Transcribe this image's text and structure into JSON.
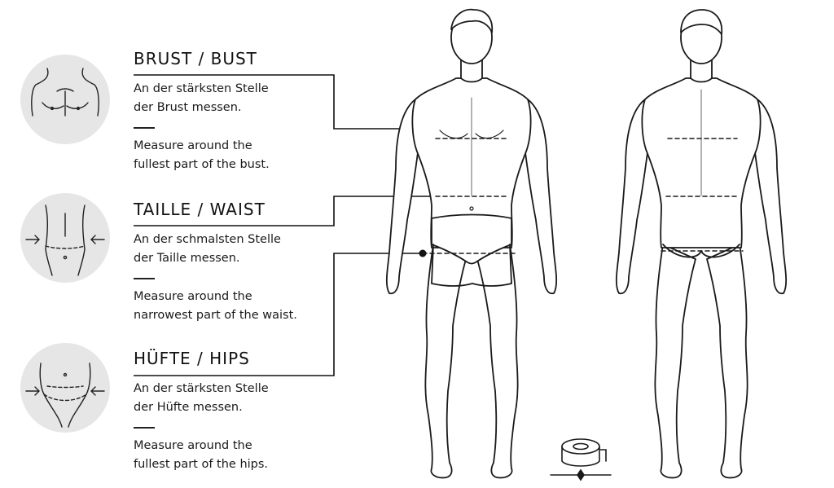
{
  "sections": [
    {
      "title": "BRUST / BUST",
      "de_line1": "An der stärksten Stelle",
      "de_line2": "der Brust messen.",
      "en_line1": "Measure around the",
      "en_line2": "fullest part of the bust."
    },
    {
      "title": "TAILLE / WAIST",
      "de_line1": "An der schmalsten Stelle",
      "de_line2": "der Taille messen.",
      "en_line1": "Measure around the",
      "en_line2": "narrowest part of the waist."
    },
    {
      "title": "HÜFTE / HIPS",
      "de_line1": "An der stärksten Stelle",
      "de_line2": "der Hüfte messen.",
      "en_line1": "Measure around the",
      "en_line2": "fullest part of the hips."
    }
  ],
  "colors": {
    "line": "#111111",
    "circle_bg": "#e6e6e6",
    "figure_fill": "#ffffff"
  },
  "icons": [
    "bust-thumbnail-icon",
    "waist-thumbnail-icon",
    "hips-thumbnail-icon",
    "measuring-tape-icon",
    "front-body-figure",
    "back-body-figure"
  ]
}
